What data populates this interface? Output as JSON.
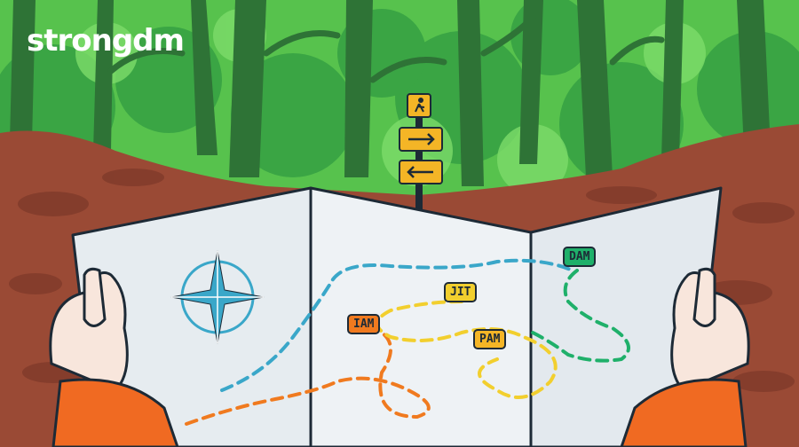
{
  "brand": {
    "logo_text": "strongdm"
  },
  "map_labels": {
    "dam": "DAM",
    "jit": "JIT",
    "iam": "IAM",
    "pam": "PAM"
  },
  "colors": {
    "forest_light": "#58c94f",
    "forest_dark": "#2f7a37",
    "trunk": "#2d6b33",
    "dirt": "#9a4a35",
    "map_paper": "#e9eef2",
    "path_blue": "#3aa7c9",
    "path_yellow": "#f2cf2e",
    "path_orange": "#f07a1f",
    "path_green": "#1fb06a",
    "sign": "#f4b526",
    "sleeve": "#f06a22",
    "skin": "#f8e6dc"
  },
  "icons": [
    "compass-rose-icon",
    "hiker-sign-icon",
    "arrow-right-icon",
    "arrow-left-icon"
  ]
}
